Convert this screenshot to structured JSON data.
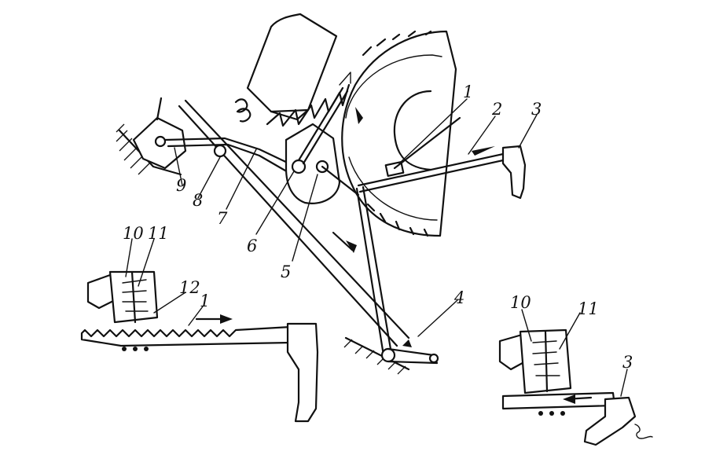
{
  "labels": {
    "main": {
      "n1": "1",
      "n2": "2",
      "n3": "3",
      "n4": "4",
      "n5": "5",
      "n6": "6",
      "n7": "7",
      "n8": "8",
      "n9": "9"
    },
    "left_detail": {
      "n10": "10",
      "n11": "11",
      "n12": "12",
      "n1": "1"
    },
    "right_detail": {
      "n10": "10",
      "n11": "11",
      "n3": "3"
    }
  }
}
